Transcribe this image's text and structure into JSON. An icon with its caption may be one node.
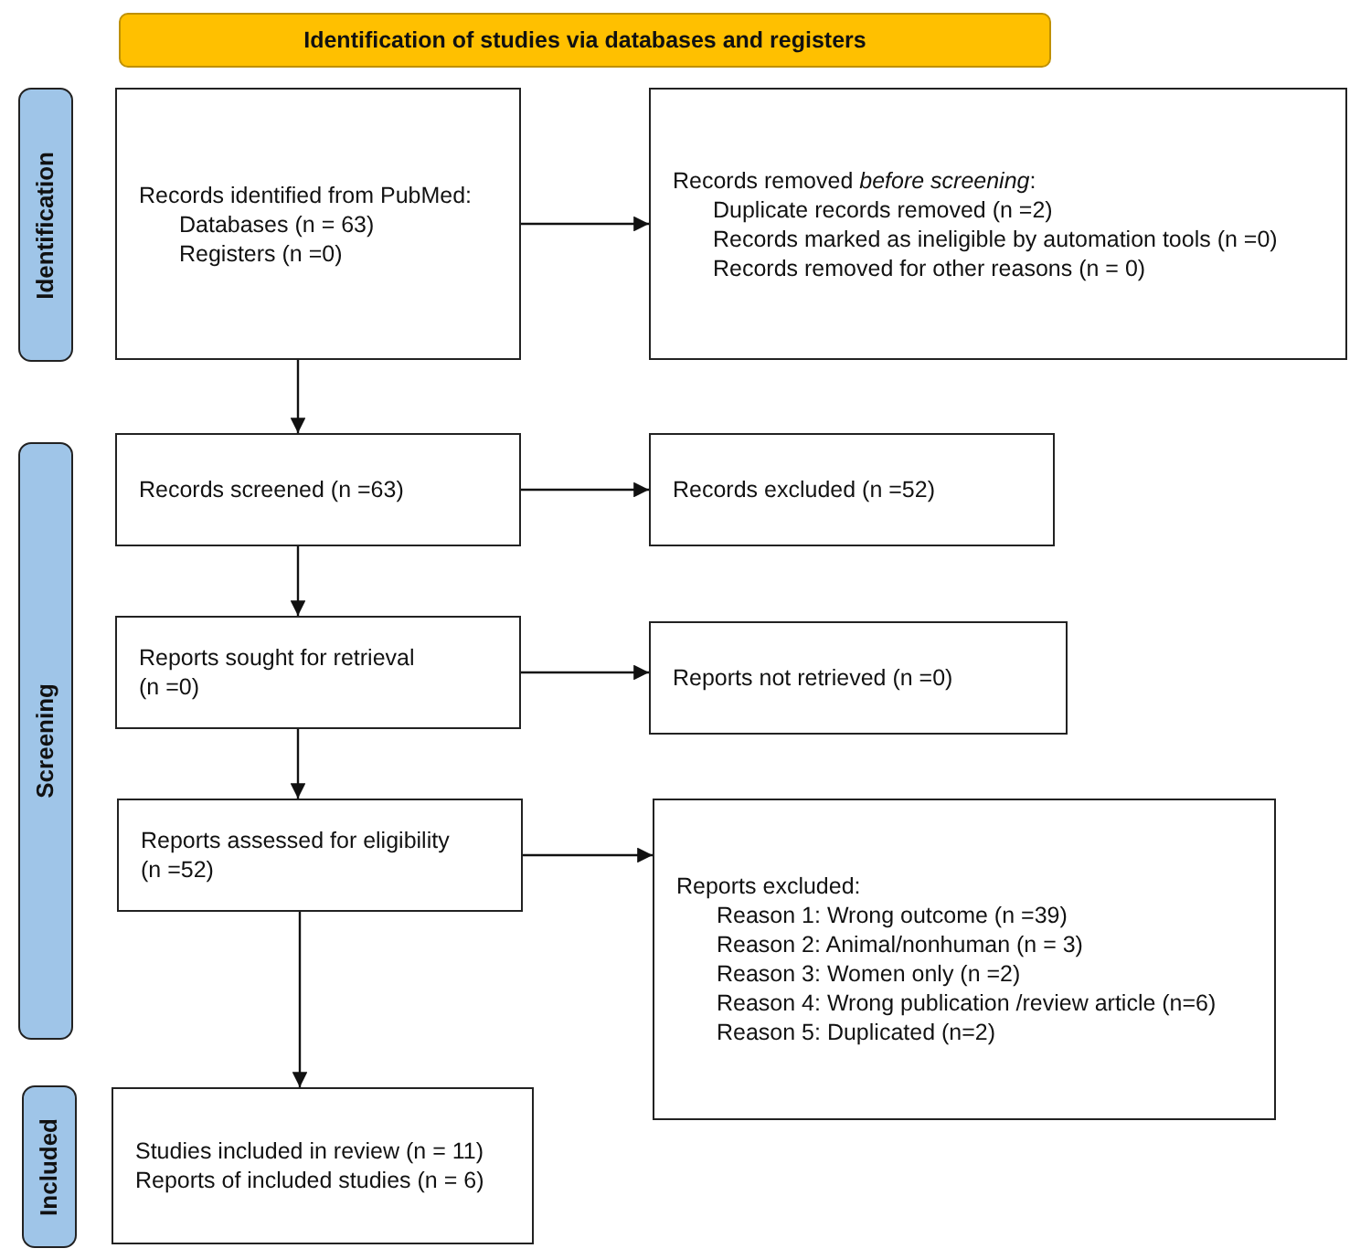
{
  "diagram": {
    "nodes": [
      {
        "text": [
          "Identification of studies via databases and registers"
        ]
      },
      {
        "text": [
          "Identification"
        ]
      },
      {
        "text": [
          "Screening"
        ]
      },
      {
        "text": [
          "Included"
        ]
      },
      {
        "text": [
          "Records identified from PubMed:",
          "Databases (n = 63)",
          "Registers (n =0)"
        ]
      },
      {
        "text": [
          "Records removed *before screening*:",
          "Duplicate records removed (n =2)",
          "Records marked as ineligible by automation tools (n =0)",
          "Records removed for other reasons (n = 0)"
        ]
      },
      {
        "text": [
          "Records screened (n =63)"
        ]
      },
      {
        "text": [
          "Records excluded (n =52)"
        ]
      },
      {
        "text": [
          "Reports sought for retrieval",
          "(n =0)"
        ]
      },
      {
        "text": [
          "Reports not retrieved (n =0)"
        ]
      },
      {
        "text": [
          "Reports assessed for eligibility",
          "(n =52)"
        ]
      },
      {
        "text": [
          "Reports excluded:",
          "Reason 1: Wrong outcome (n =39)",
          "Reason 2: Animal/nonhuman (n = 3)",
          "Reason 3: Women only (n =2)",
          "Reason 4: Wrong publication /review article (n=6)",
          "Reason 5: Duplicated (n=2)"
        ]
      },
      {
        "text": [
          "Studies included in review (n = 11)",
          "Reports of included studies (n = 6)"
        ]
      }
    ],
    "edges": [
      {
        "from": 4,
        "to": 5,
        "arrow": "to"
      },
      {
        "from": 4,
        "to": 6,
        "arrow": "to"
      },
      {
        "from": 6,
        "to": 7,
        "arrow": "to"
      },
      {
        "from": 6,
        "to": 8,
        "arrow": "to"
      },
      {
        "from": 8,
        "to": 9,
        "arrow": "to"
      },
      {
        "from": 8,
        "to": 10,
        "arrow": "to"
      },
      {
        "from": 10,
        "to": 11,
        "arrow": "to"
      },
      {
        "from": 10,
        "to": 12,
        "arrow": "to"
      }
    ]
  }
}
